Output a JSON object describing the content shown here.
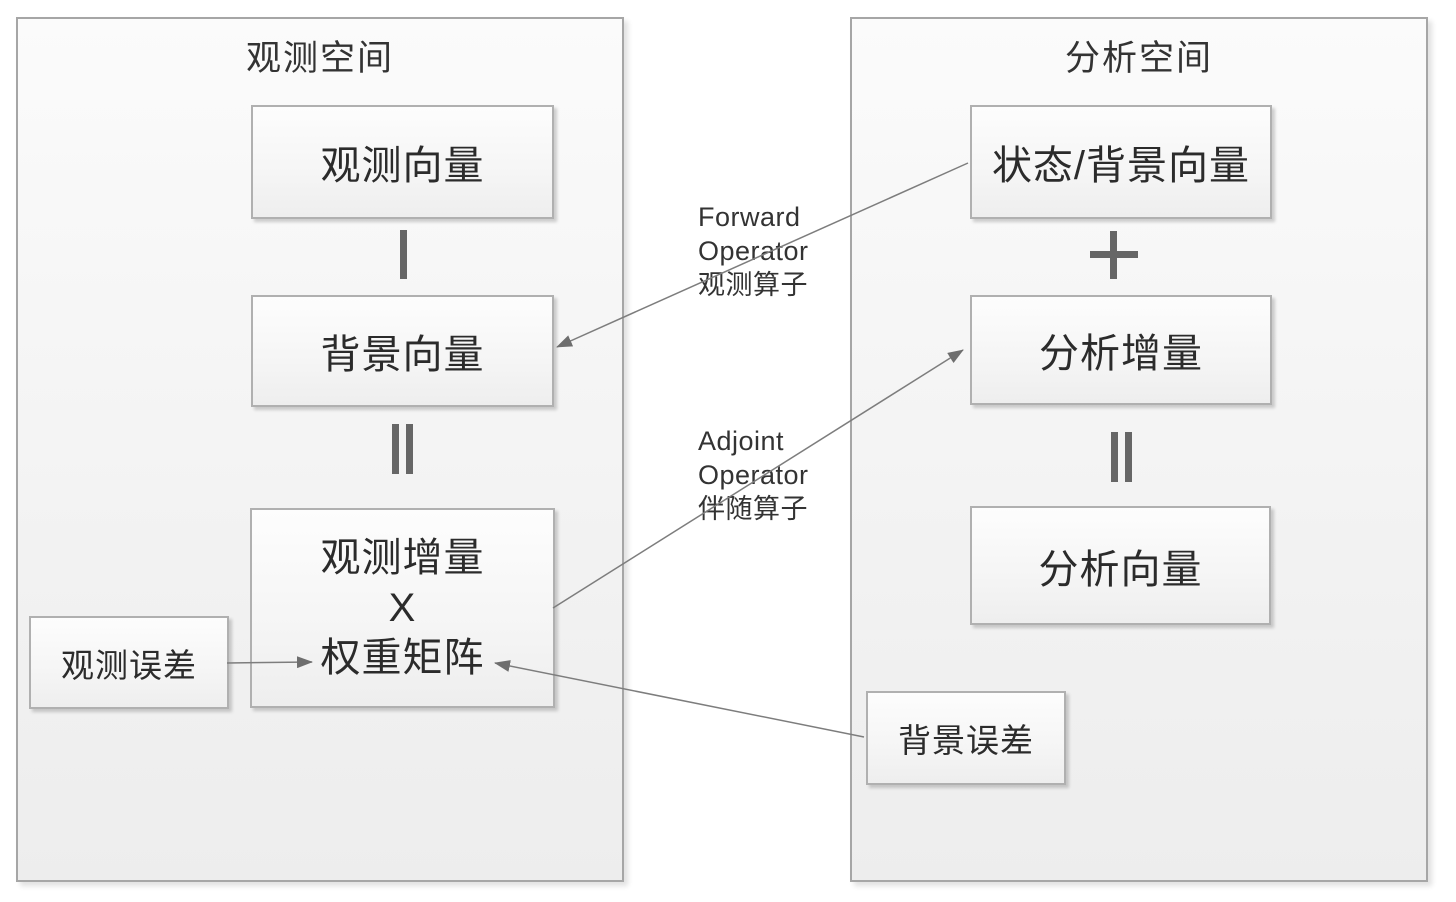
{
  "diagram": {
    "type": "flow-diagram",
    "colors": {
      "background": "#ffffff",
      "container_border": "#a6a6a6",
      "box_border": "#b0b0b0",
      "text": "#2b2b2b",
      "operator_glyph": "#666666",
      "arrow": "#7d7d7d"
    }
  },
  "left_panel": {
    "title": "观测空间",
    "boxes": {
      "observation_vector": "观测向量",
      "background_vector": "背景向量",
      "increment_line1": "观测增量",
      "increment_line2": "X",
      "increment_line3": "权重矩阵"
    },
    "error_box": "观测误差",
    "operator_icons": [
      "vertical-bar",
      "vertical-equals"
    ]
  },
  "right_panel": {
    "title": "分析空间",
    "boxes": {
      "state_background_vector": "状态/背景向量",
      "analysis_increment": "分析增量",
      "analysis_vector": "分析向量"
    },
    "error_box": "背景误差",
    "operator_icons": [
      "plus",
      "vertical-equals"
    ]
  },
  "labels": {
    "forward_operator": {
      "line1": "Forward",
      "line2": "Operator",
      "line3": "观测算子"
    },
    "adjoint_operator": {
      "line1": "Adjoint",
      "line2": "Operator",
      "line3": "伴随算子"
    }
  },
  "arrows": {
    "forward": "state-background-vector to background-vector",
    "adjoint": "observation-increment to analysis-increment",
    "observation_error": "observation-error to weight-matrix",
    "background_error": "background-error to weight-matrix"
  }
}
